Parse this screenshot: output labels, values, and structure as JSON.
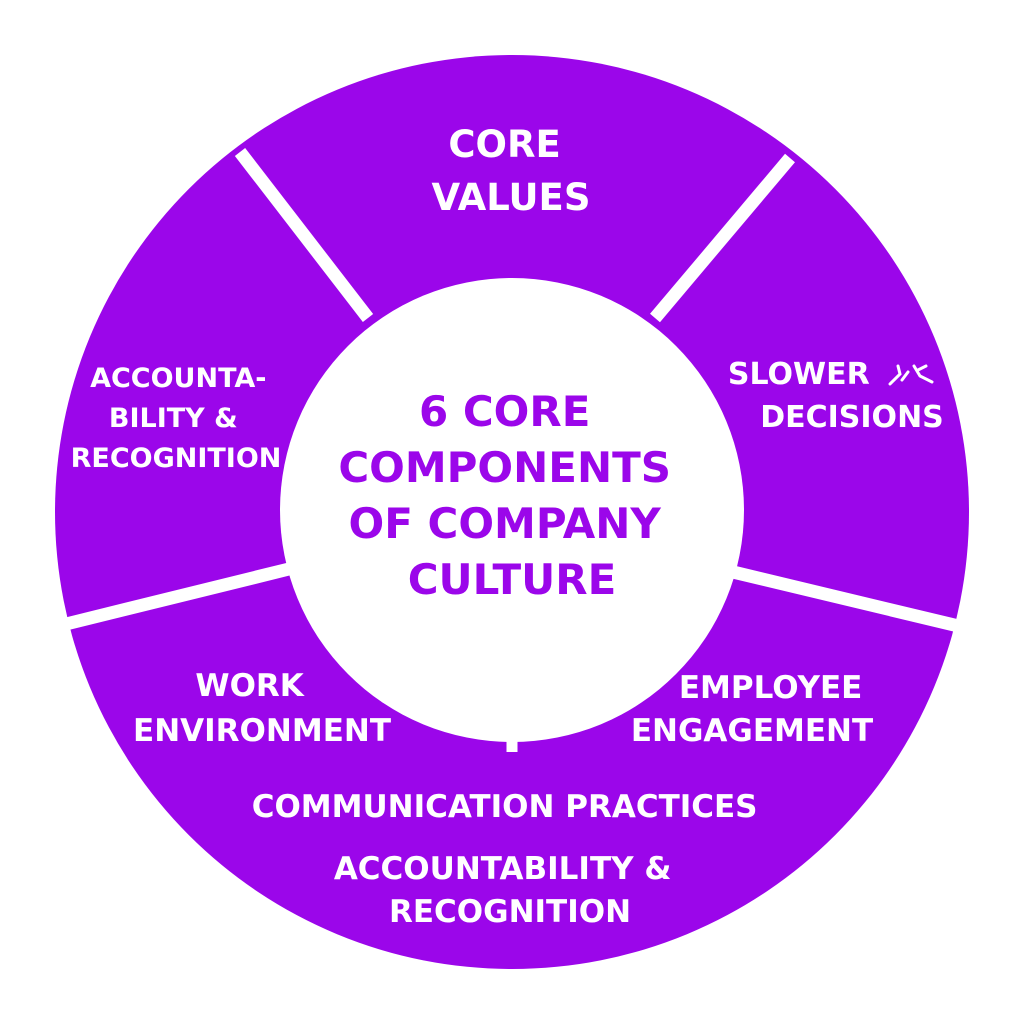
{
  "colors": {
    "ring": "#9b06ea",
    "divider": "#ffffff",
    "center_fill": "#ffffff",
    "center_text": "#9b06ea",
    "segment_text": "#ffffff"
  },
  "center": {
    "lines": [
      "6 CORE",
      "COMPONENTS",
      "OF COMPANY",
      "CULTURE"
    ]
  },
  "segments": [
    {
      "id": "core-values",
      "lines": [
        "CORE",
        "VALUES"
      ]
    },
    {
      "id": "slower-decisions",
      "lines": [
        "SLOWER",
        "DECISIONS"
      ],
      "icon": "squiggle-icon"
    },
    {
      "id": "employee-engagement",
      "lines": [
        "EMPLOYEE",
        "ENGAGEMENT"
      ]
    },
    {
      "id": "bottom-group",
      "lines": [
        "COMMUNICATION PRACTICES",
        "ACCOUNTABILITY &",
        "RECOGNITION"
      ]
    },
    {
      "id": "work-environment",
      "lines": [
        "WORK",
        "ENVIRONMENT"
      ]
    },
    {
      "id": "accountability-recognition",
      "lines": [
        "ACCOUNTA-",
        "BILITY &",
        "RECOGNITION"
      ]
    }
  ]
}
